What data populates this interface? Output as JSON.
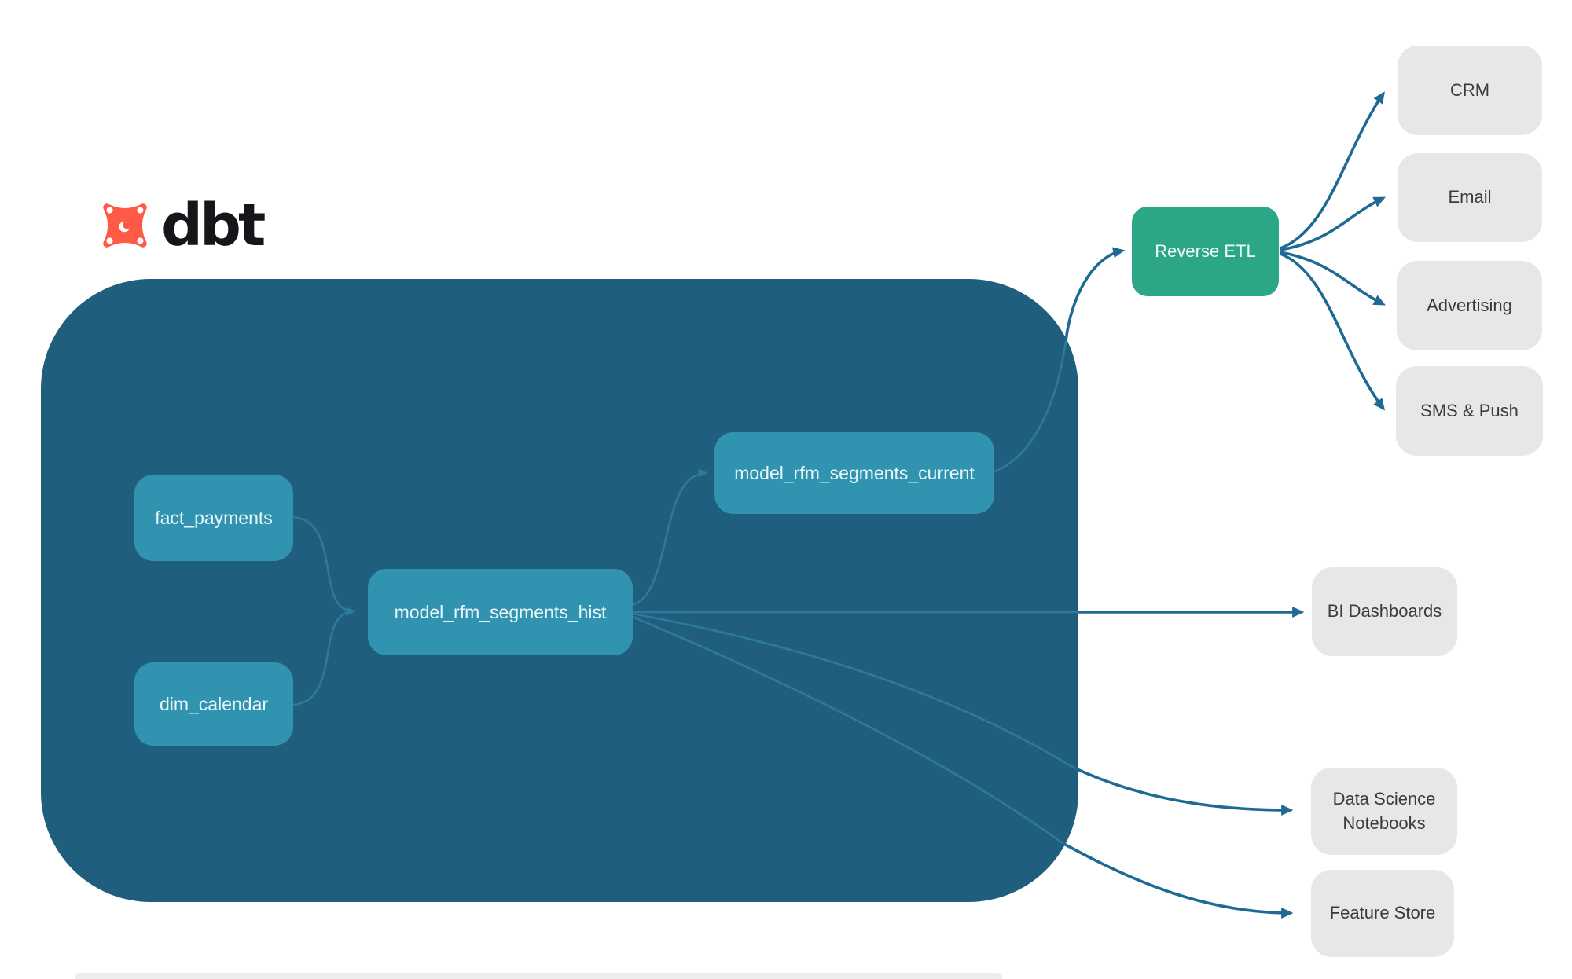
{
  "brand": {
    "name": "dbt"
  },
  "colors": {
    "container": "#205E7D",
    "model_node": "#3094B0",
    "reverse_etl_node": "#2BA687",
    "external_node": "#E7E7E7",
    "connector_strong": "#1E6A93",
    "connector_muted": "#2D7B99",
    "logo_orange": "#FF5A45",
    "logo_dot": "#FFFFFF"
  },
  "warehouse": {
    "sources": [
      {
        "label": "fact_payments"
      },
      {
        "label": "dim_calendar"
      }
    ],
    "models": [
      {
        "label": "model_rfm_segments_hist"
      },
      {
        "label": "model_rfm_segments_current"
      }
    ]
  },
  "reverse_etl": {
    "label": "Reverse ETL"
  },
  "destinations": [
    {
      "label": "CRM"
    },
    {
      "label": "Email"
    },
    {
      "label": "Advertising"
    },
    {
      "label": "SMS & Push"
    }
  ],
  "consumers": [
    {
      "label": "BI Dashboards"
    },
    {
      "label": "Data Science Notebooks"
    },
    {
      "label": "Feature Store"
    }
  ]
}
